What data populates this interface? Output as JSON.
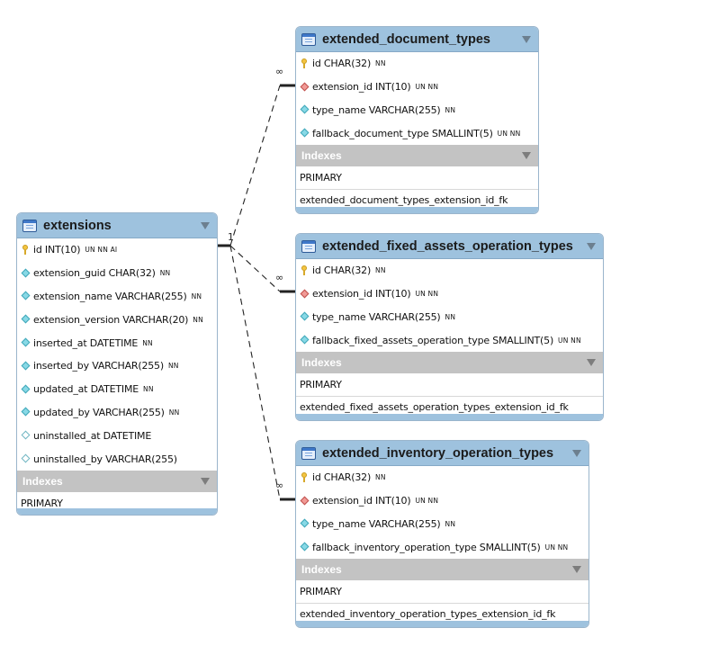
{
  "colors": {
    "header": "#9ec2de",
    "indexes_header": "#c3c3c3",
    "pk_key": "#f4c542",
    "fk_diamond": "#f19a96",
    "column_diamond": "#88d9e6"
  },
  "relations": {
    "one_label": "1",
    "many_label": "∞"
  },
  "tables": [
    {
      "name": "extensions",
      "columns": [
        {
          "icon": "primary-key-icon",
          "name": "id INT(10)",
          "flags": "UN NN AI"
        },
        {
          "icon": "column-diamond-icon",
          "name": "extension_guid CHAR(32)",
          "flags": "NN"
        },
        {
          "icon": "column-diamond-icon",
          "name": "extension_name VARCHAR(255)",
          "flags": "NN"
        },
        {
          "icon": "column-diamond-icon",
          "name": "extension_version VARCHAR(20)",
          "flags": "NN"
        },
        {
          "icon": "column-diamond-icon",
          "name": "inserted_at DATETIME",
          "flags": "NN"
        },
        {
          "icon": "column-diamond-icon",
          "name": "inserted_by VARCHAR(255)",
          "flags": "NN"
        },
        {
          "icon": "column-diamond-icon",
          "name": "updated_at DATETIME",
          "flags": "NN"
        },
        {
          "icon": "column-diamond-icon",
          "name": "updated_by VARCHAR(255)",
          "flags": "NN"
        },
        {
          "icon": "nullable-diamond-icon",
          "name": "uninstalled_at DATETIME",
          "flags": ""
        },
        {
          "icon": "nullable-diamond-icon",
          "name": "uninstalled_by VARCHAR(255)",
          "flags": ""
        }
      ],
      "indexes_label": "Indexes",
      "indexes": [
        "PRIMARY"
      ]
    },
    {
      "name": "extended_document_types",
      "columns": [
        {
          "icon": "primary-key-icon",
          "name": "id CHAR(32)",
          "flags": "NN"
        },
        {
          "icon": "foreign-key-diamond-icon",
          "name": "extension_id INT(10)",
          "flags": "UN NN"
        },
        {
          "icon": "column-diamond-icon",
          "name": "type_name VARCHAR(255)",
          "flags": "NN"
        },
        {
          "icon": "column-diamond-icon",
          "name": "fallback_document_type SMALLINT(5)",
          "flags": "UN NN"
        }
      ],
      "indexes_label": "Indexes",
      "indexes": [
        "PRIMARY",
        "extended_document_types_extension_id_fk"
      ]
    },
    {
      "name": "extended_fixed_assets_operation_types",
      "columns": [
        {
          "icon": "primary-key-icon",
          "name": "id CHAR(32)",
          "flags": "NN"
        },
        {
          "icon": "foreign-key-diamond-icon",
          "name": "extension_id INT(10)",
          "flags": "UN NN"
        },
        {
          "icon": "column-diamond-icon",
          "name": "type_name VARCHAR(255)",
          "flags": "NN"
        },
        {
          "icon": "column-diamond-icon",
          "name": "fallback_fixed_assets_operation_type SMALLINT(5)",
          "flags": "UN NN"
        }
      ],
      "indexes_label": "Indexes",
      "indexes": [
        "PRIMARY",
        "extended_fixed_assets_operation_types_extension_id_fk"
      ]
    },
    {
      "name": "extended_inventory_operation_types",
      "columns": [
        {
          "icon": "primary-key-icon",
          "name": "id CHAR(32)",
          "flags": "NN"
        },
        {
          "icon": "foreign-key-diamond-icon",
          "name": "extension_id INT(10)",
          "flags": "UN NN"
        },
        {
          "icon": "column-diamond-icon",
          "name": "type_name VARCHAR(255)",
          "flags": "NN"
        },
        {
          "icon": "column-diamond-icon",
          "name": "fallback_inventory_operation_type SMALLINT(5)",
          "flags": "UN NN"
        }
      ],
      "indexes_label": "Indexes",
      "indexes": [
        "PRIMARY",
        "extended_inventory_operation_types_extension_id_fk"
      ]
    }
  ]
}
